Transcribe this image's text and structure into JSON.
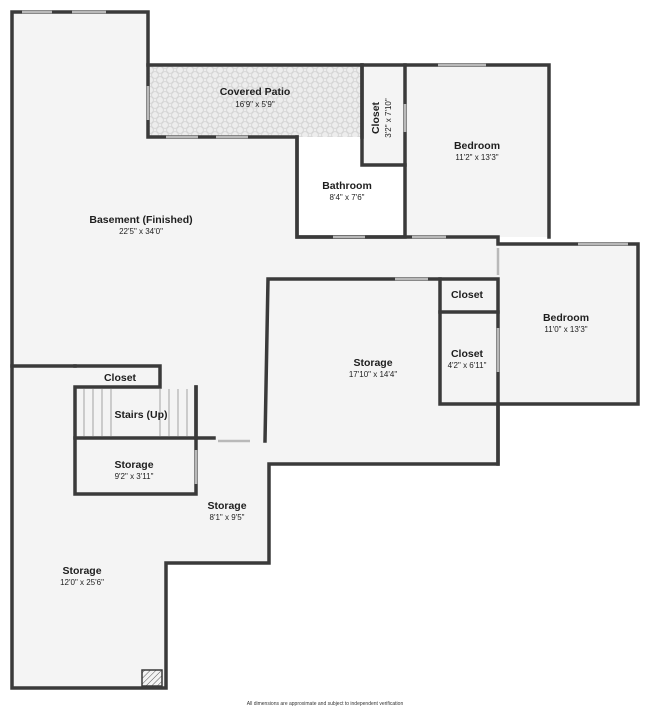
{
  "plan": {
    "colors": {
      "wall": "#3a3a3a",
      "floor": "#f4f4f4",
      "patio_floor": "#ededed",
      "patio_pattern": "#d2d2d2",
      "window": "#b9b9b9",
      "label": "#1e1e1e"
    },
    "rooms": {
      "covered_patio": {
        "name": "Covered Patio",
        "dims": "16'9\" x 5'9\""
      },
      "closet_vertical": {
        "name": "Closet",
        "dims": "3'2\" x 7'10\""
      },
      "bedroom_top": {
        "name": "Bedroom",
        "dims": "11'2\" x 13'3\""
      },
      "bathroom": {
        "name": "Bathroom",
        "dims": "8'4\" x 7'6\""
      },
      "basement": {
        "name": "Basement (Finished)",
        "dims": "22'5\" x 34'0\""
      },
      "closet_mid": {
        "name": "Closet"
      },
      "bedroom_right": {
        "name": "Bedroom",
        "dims": "11'0\" x 13'3\""
      },
      "closet_small": {
        "name": "Closet",
        "dims": "4'2\" x 6'11\""
      },
      "storage_main": {
        "name": "Storage",
        "dims": "17'10\" x 14'4\""
      },
      "closet_left": {
        "name": "Closet"
      },
      "stairs": {
        "name": "Stairs (Up)"
      },
      "storage_small": {
        "name": "Storage",
        "dims": "9'2\" x 3'11\""
      },
      "storage_mid": {
        "name": "Storage",
        "dims": "8'1\" x 9'5\""
      },
      "storage_large": {
        "name": "Storage",
        "dims": "12'0\" x 25'6\""
      }
    },
    "disclaimer": "All dimensions are approximate and subject to independent verification"
  }
}
